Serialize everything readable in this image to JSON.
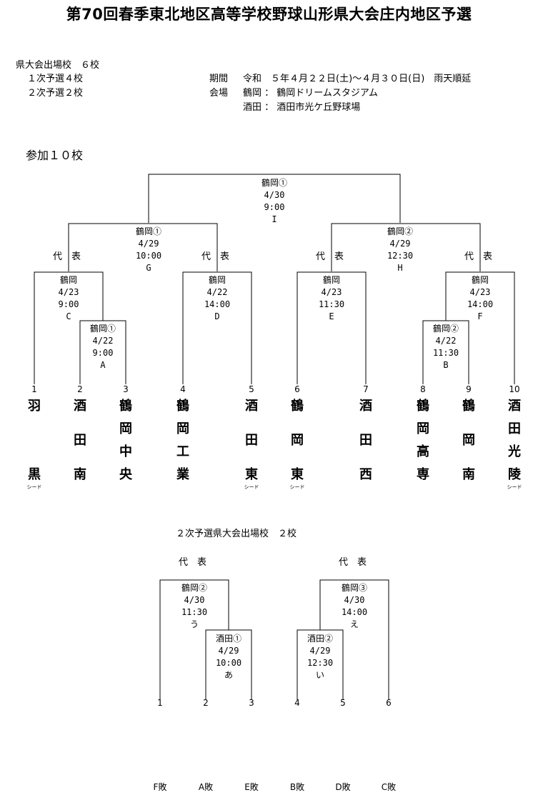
{
  "title": "第70回春季東北地区高等学校野球山形県大会庄内地区予選",
  "info": {
    "qualifiers": "県大会出場校　６校",
    "round1": "１次予選４校",
    "round2": "２次予選２校",
    "period_label": "期間",
    "period_value": "令和　５年４月２２日(土)～４月３０日(日)　雨天順延",
    "venue_label": "会場",
    "venue1": "鶴岡 ： 鶴岡ドリームスタジアム",
    "venue2": "酒田 ： 酒田市光ケ丘野球場"
  },
  "participants": "参加１０校",
  "daihyo": "代　表",
  "seed_label": "シード",
  "teams": [
    {
      "no": "1",
      "chars": [
        "羽",
        "",
        "",
        "黒"
      ],
      "seed": true
    },
    {
      "no": "2",
      "chars": [
        "酒",
        "田",
        "",
        "南"
      ],
      "seed": false
    },
    {
      "no": "3",
      "chars": [
        "鶴",
        "岡",
        "中",
        "央"
      ],
      "seed": false
    },
    {
      "no": "4",
      "chars": [
        "鶴",
        "岡",
        "工",
        "業"
      ],
      "seed": false
    },
    {
      "no": "5",
      "chars": [
        "酒",
        "田",
        "",
        "東"
      ],
      "seed": true
    },
    {
      "no": "6",
      "chars": [
        "鶴",
        "岡",
        "",
        "東"
      ],
      "seed": true
    },
    {
      "no": "7",
      "chars": [
        "酒",
        "田",
        "",
        "西"
      ],
      "seed": false
    },
    {
      "no": "8",
      "chars": [
        "鶴",
        "岡",
        "高",
        "専"
      ],
      "seed": false
    },
    {
      "no": "9",
      "chars": [
        "鶴",
        "岡",
        "",
        "南"
      ],
      "seed": false
    },
    {
      "no": "10",
      "chars": [
        "酒",
        "田",
        "光",
        "陵"
      ],
      "seed": true
    }
  ],
  "games": {
    "A": {
      "venue": "鶴岡①",
      "date": "4/22",
      "time": "9:00",
      "id": "A"
    },
    "B": {
      "venue": "鶴岡②",
      "date": "4/22",
      "time": "11:30",
      "id": "B"
    },
    "C": {
      "venue": "鶴岡",
      "date": "4/23",
      "time": "9:00",
      "id": "C"
    },
    "D": {
      "venue": "鶴岡",
      "date": "4/22",
      "time": "14:00",
      "id": "D"
    },
    "E": {
      "venue": "鶴岡",
      "date": "4/23",
      "time": "11:30",
      "id": "E"
    },
    "F": {
      "venue": "鶴岡",
      "date": "4/23",
      "time": "14:00",
      "id": "F"
    },
    "G": {
      "venue": "鶴岡①",
      "date": "4/29",
      "time": "10:00",
      "id": "G"
    },
    "H": {
      "venue": "鶴岡②",
      "date": "4/29",
      "time": "12:30",
      "id": "H"
    },
    "I": {
      "venue": "鶴岡①",
      "date": "4/30",
      "time": "9:00",
      "id": "I"
    }
  },
  "second": {
    "heading": "２次予選県大会出場校　２校",
    "games": {
      "a": {
        "venue": "酒田①",
        "date": "4/29",
        "time": "10:00",
        "id": "あ"
      },
      "b": {
        "venue": "酒田②",
        "date": "4/29",
        "time": "12:30",
        "id": "い"
      },
      "u": {
        "venue": "鶴岡②",
        "date": "4/30",
        "time": "11:30",
        "id": "う"
      },
      "e": {
        "venue": "鶴岡③",
        "date": "4/30",
        "time": "14:00",
        "id": "え"
      }
    },
    "slots": [
      "1",
      "2",
      "3",
      "4",
      "5",
      "6"
    ],
    "losers": [
      "F敗",
      "A敗",
      "E敗",
      "B敗",
      "D敗",
      "C敗"
    ]
  }
}
